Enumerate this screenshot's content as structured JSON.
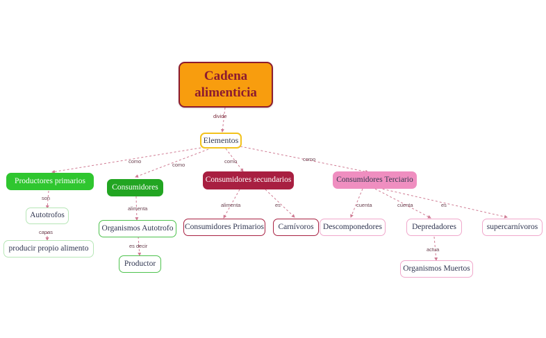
{
  "map": {
    "title": "Cadena alimenticia",
    "colors": {
      "root_fill": "#f89d0e",
      "root_border": "#8c1b2f",
      "root_text": "#8c1b2f",
      "elementos_border": "#f2c21c",
      "green_bright": "#2fc62f",
      "green_dark": "#22a522",
      "crimson": "#a81f41",
      "pink": "#ef8ec0",
      "edge": "#cf7a92",
      "leaf_text": "#2f3550"
    },
    "nodes": {
      "root": "Cadena alimenticia",
      "root_line1": "Cadena",
      "root_line2": "alimenticia",
      "elementos": "Elementos",
      "productores_primarios": "Productores primarios",
      "autotrofos": "Autotrofos",
      "producir_propio_alimento": "producir propio alimento",
      "consumidores": "Consumidores",
      "organismos_autotrofo": "Organismos Autotrofo",
      "productor": "Productor",
      "consumidores_secundarios": "Consumidores secundarios",
      "consumidores_primarios": "Consumidores Primarios",
      "carnivoros": "Carnívoros",
      "consumidores_terciario": "Consumidores Terciario",
      "descomponedores": "Descomponedores",
      "depredadores": "Depredadores",
      "supercarnivoros": "supercarnívoros",
      "organismos_muertos": "Organismos Muertos"
    },
    "edge_labels": {
      "divide": "divide",
      "como_1": "como",
      "como_2": "como",
      "como_3": "como",
      "como_4": "como",
      "son": "son",
      "capas": "capas",
      "alimenta_consumidores": "alimenta",
      "es_decir": "es decir",
      "alimenta_secundarios": "alimenta",
      "es_carnivoros": "es",
      "cuenta_descomponedores": "cuenta",
      "cuenta_depredadores": "cuenta",
      "es_supercarnivoros": "es",
      "actua": "actua"
    }
  }
}
